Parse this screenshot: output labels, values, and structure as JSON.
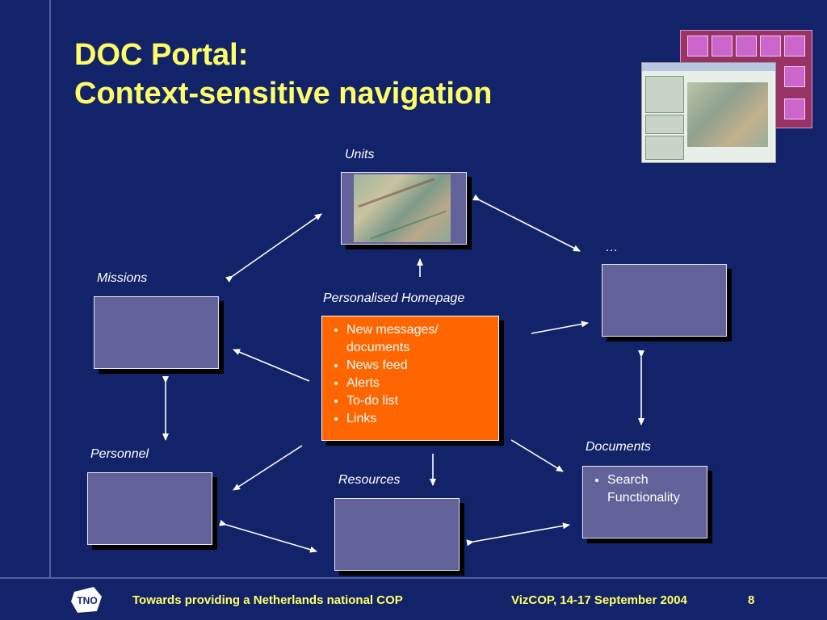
{
  "slide": {
    "title_line1": "DOC Portal:",
    "title_line2": "Context-sensitive navigation",
    "page_number": "8"
  },
  "nodes": {
    "units": "Units",
    "ellipsis": "…",
    "missions": "Missions",
    "homepage": "Personalised Homepage",
    "personnel": "Personnel",
    "resources": "Resources",
    "documents": "Documents"
  },
  "homepage_items": [
    "New messages/ documents",
    "News feed",
    "Alerts",
    "To-do list",
    "Links"
  ],
  "documents_items": [
    "Search Functionality"
  ],
  "footer": {
    "left_text": "Towards providing a Netherlands national COP",
    "right_text": "VizCOP, 14-17 September 2004",
    "logo_text": "TNO"
  },
  "colors": {
    "background": "#13236a",
    "title": "#ffff66",
    "box": "#62629a",
    "homepage_box": "#ff6600"
  }
}
